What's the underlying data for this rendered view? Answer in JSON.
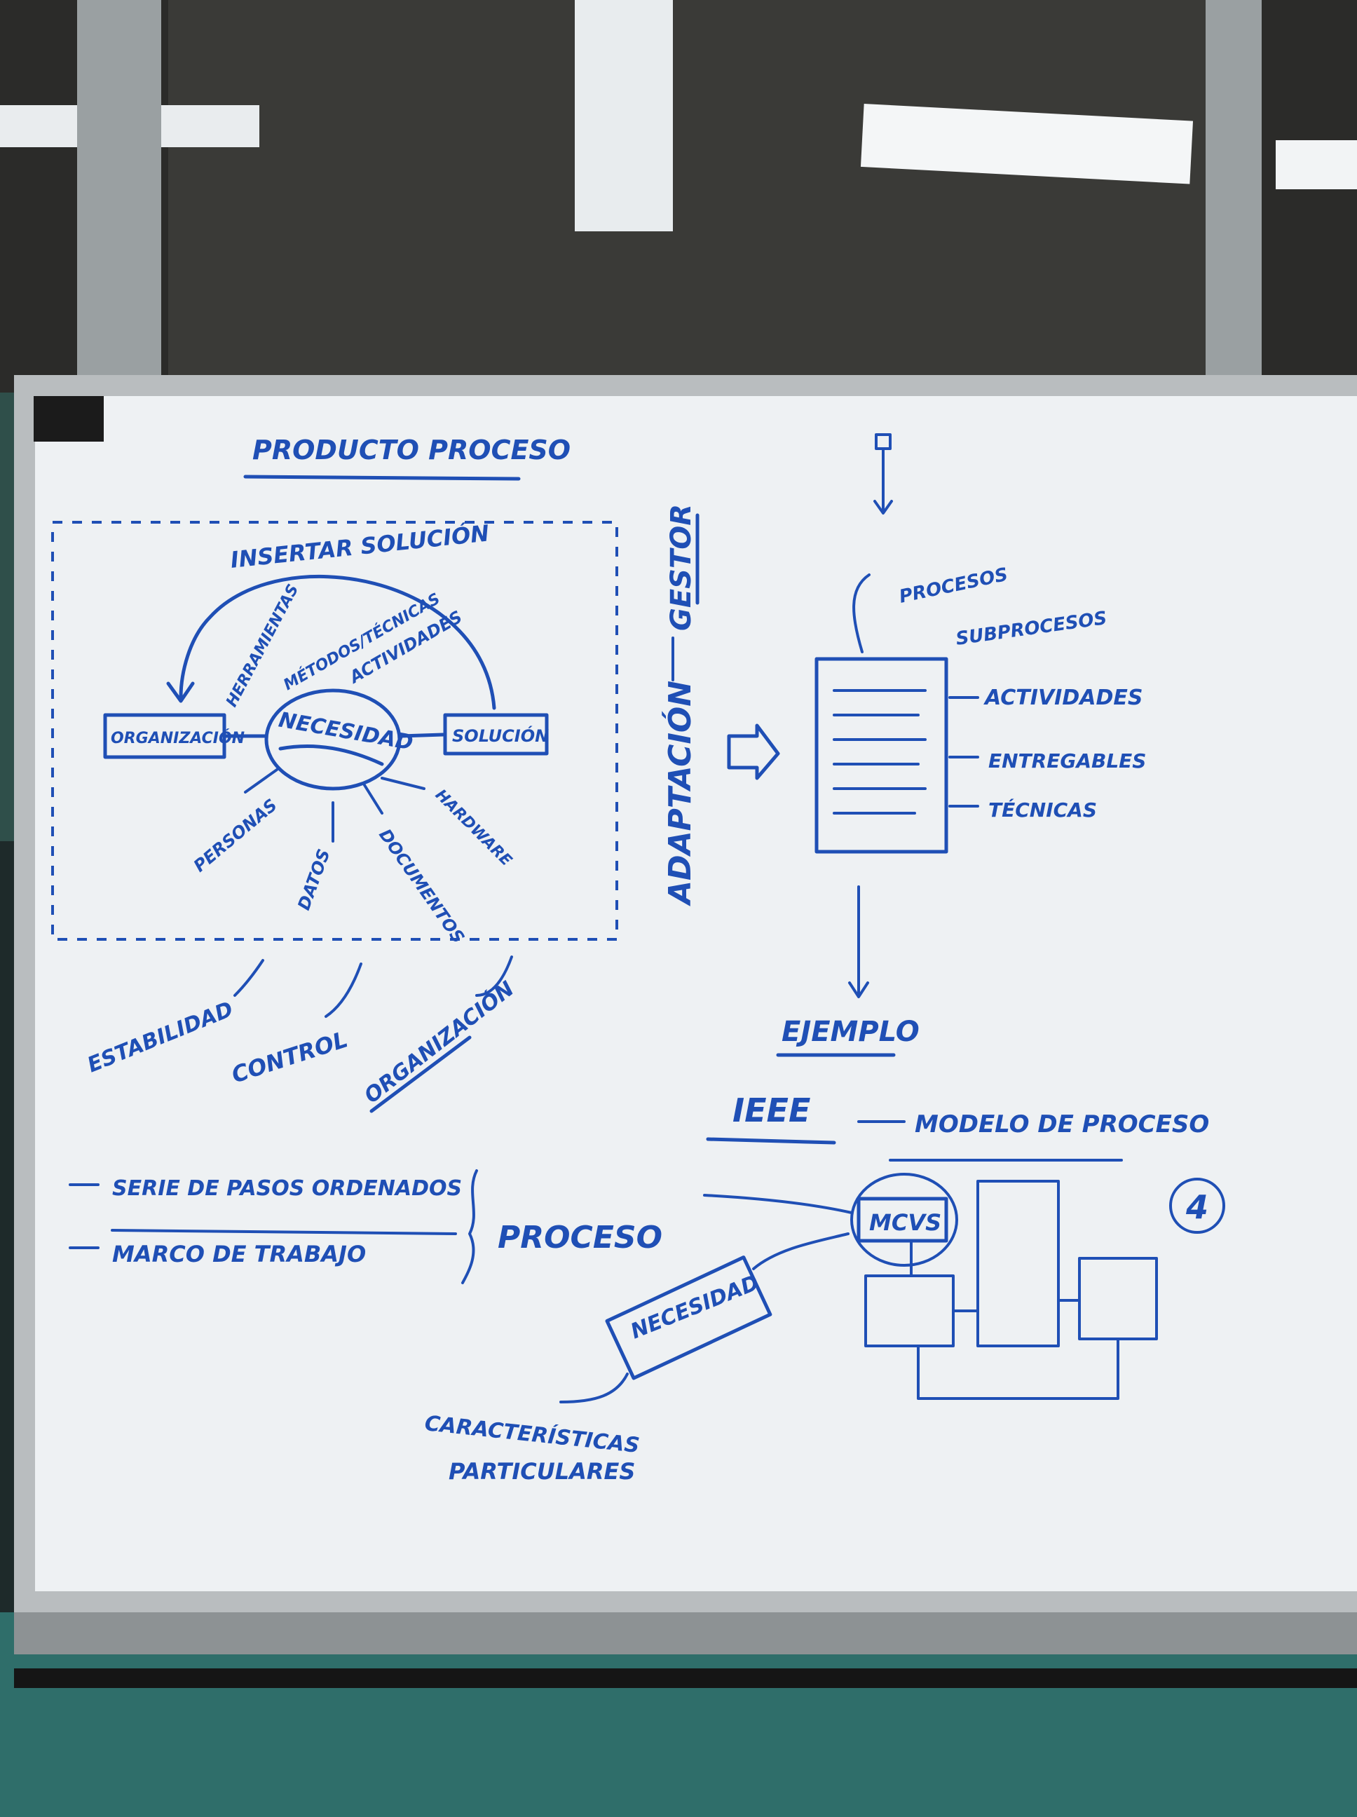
{
  "board": {
    "title": "PRODUCTO PROCESO",
    "center_node": "NECESIDAD",
    "left_node": "ORGANIZACIÓN",
    "right_node": "SOLUCIÓN",
    "arc_label": "INSERTAR SOLUCIÓN",
    "inputs_top": [
      "HERRAMIENTAS",
      "MÉTODOS/TÉCNICAS",
      "ACTIVIDADES"
    ],
    "inputs_bottom": [
      "PERSONAS",
      "DATOS",
      "DOCUMENTOS",
      "HARDWARE"
    ],
    "outcomes": [
      "ESTABILIDAD",
      "CONTROL",
      "ORGANIZACIÓN"
    ],
    "vertical_1": "ADAPTACIÓN",
    "vertical_2": "GESTOR",
    "doc_labels": [
      "PROCESOS",
      "SUBPROCESOS",
      "ACTIVIDADES",
      "ENTREGABLES",
      "TÉCNICAS"
    ],
    "example_label": "EJEMPLO",
    "ieee": "IEEE",
    "model_label": "MODELO DE PROCESO",
    "mcvs": "MCVS",
    "necesidad_box": "NECESIDAD",
    "circle_number": "4",
    "bullets": [
      "SERIE DE PASOS ORDENADOS",
      "MARCO DE TRABAJO"
    ],
    "brace_label": "PROCESO",
    "characteristics_line1": "CARACTERÍSTICAS",
    "characteristics_line2": "PARTICULARES"
  },
  "colors": {
    "marker": "#1f4fb5",
    "board": "#eef1f3",
    "frame": "#b9bdbf",
    "wall": "#2f4f4a",
    "ceiling": "#2a2a28"
  }
}
